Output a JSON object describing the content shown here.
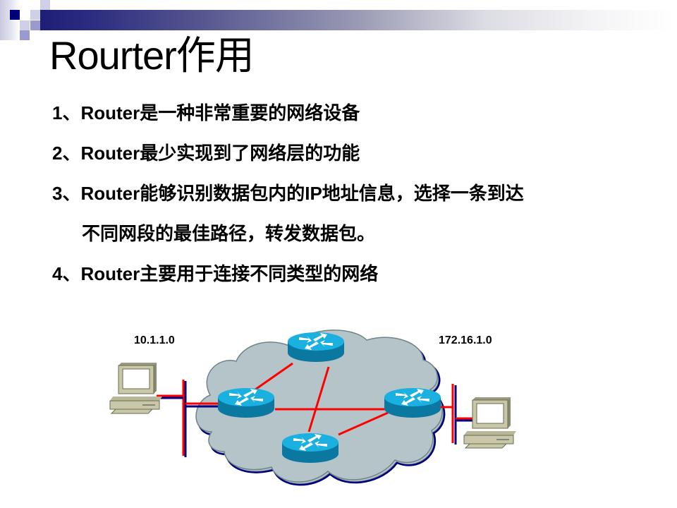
{
  "slide": {
    "title": "Rourter作用",
    "bullets": [
      "1、Router是一种非常重要的网络设备",
      "2、Router最少实现到了网络层的功能",
      "3、Router能够识别数据包内的IP地址信息，选择一条到达",
      "不同网段的最佳路径，转发数据包。",
      "4、Router主要用于连接不同类型的网络"
    ]
  },
  "diagram": {
    "left_network_label": "10.1.1.0",
    "right_network_label": "172.16.1.0",
    "routers": [
      "router-top",
      "router-left",
      "router-right",
      "router-bottom"
    ],
    "hosts": [
      "pc-left",
      "pc-right"
    ],
    "colors": {
      "link": "#ff0000",
      "segment_shadow": "#000080",
      "cloud": "#b4c4c8",
      "router_top": "#1ab0e0",
      "router_side": "#0a78a0",
      "pc_body": "#c8c8a8"
    }
  },
  "theme": {
    "navy": "#00007a",
    "lavender": "#9a9ad0",
    "light_lavender": "#cfcfe6"
  }
}
